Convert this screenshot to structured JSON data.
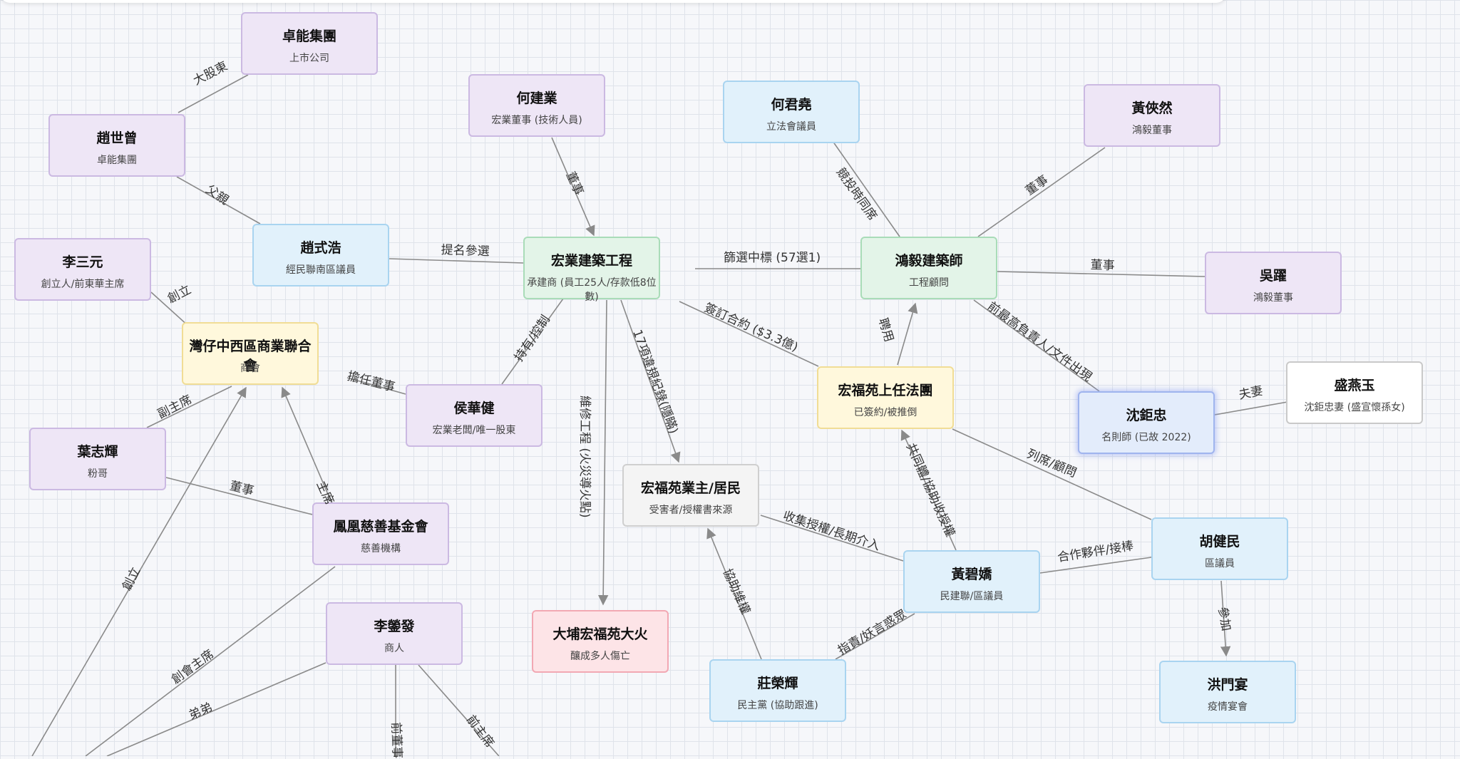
{
  "nodes": [
    {
      "id": "zhuoneng",
      "title": "卓能集團",
      "sub": "上市公司",
      "style": "purple"
    },
    {
      "id": "hejianye",
      "title": "何建業",
      "sub": "宏業董事 (技術人員)",
      "style": "purple"
    },
    {
      "id": "hejunyao",
      "title": "何君堯",
      "sub": "立法會議員",
      "style": "blue"
    },
    {
      "id": "huangxiaran",
      "title": "黃俠然",
      "sub": "鴻毅董事",
      "style": "purple"
    },
    {
      "id": "zhaoshizeng",
      "title": "趙世曾",
      "sub": "卓能集團",
      "style": "purple"
    },
    {
      "id": "lisanyuan",
      "title": "李三元",
      "sub": "創立人/前東華主席",
      "style": "purple"
    },
    {
      "id": "zhaoshihao",
      "title": "趙式浩",
      "sub": "經民聯南區議員",
      "style": "blue"
    },
    {
      "id": "hongye",
      "title": "宏業建築工程",
      "sub": "承建商 (員工25人/存款低8位數)",
      "style": "green"
    },
    {
      "id": "hongyi",
      "title": "鴻毅建築師",
      "sub": "工程顧問",
      "style": "green"
    },
    {
      "id": "wuyao",
      "title": "吳躍",
      "sub": "鴻毅董事",
      "style": "purple"
    },
    {
      "id": "wanchai",
      "title": "灣仔中西區商業聯合會",
      "sub": "商會",
      "style": "yellow"
    },
    {
      "id": "houhuajian",
      "title": "侯華健",
      "sub": "宏業老闆/唯一股東",
      "style": "purple"
    },
    {
      "id": "iocommittee",
      "title": "宏福苑上任法團",
      "sub": "已簽約/被推倒",
      "style": "yellow"
    },
    {
      "id": "shenjuzhong",
      "title": "沈鉅忠",
      "sub": "名則師 (已故 2022)",
      "style": "highlight"
    },
    {
      "id": "shengyanyu",
      "title": "盛燕玉",
      "sub": "沈鉅忠妻 (盛宣懷孫女)",
      "style": "white"
    },
    {
      "id": "yezhihui",
      "title": "葉志輝",
      "sub": "粉哥",
      "style": "purple"
    },
    {
      "id": "owners",
      "title": "宏福苑業主/居民",
      "sub": "受害者/授權書來源",
      "style": "gray"
    },
    {
      "id": "huangbiyan",
      "title": "黃碧嬌",
      "sub": "民建聯/區議員",
      "style": "blue"
    },
    {
      "id": "hujianmin",
      "title": "胡健民",
      "sub": "區議員",
      "style": "blue"
    },
    {
      "id": "phoenix",
      "title": "鳳凰慈善基金會",
      "sub": "慈善機構",
      "style": "purple"
    },
    {
      "id": "liyingfa",
      "title": "李鎣發",
      "sub": "商人",
      "style": "purple"
    },
    {
      "id": "fire",
      "title": "大埔宏福苑大火",
      "sub": "釀成多人傷亡",
      "style": "red"
    },
    {
      "id": "zhuangronghui",
      "title": "莊榮輝",
      "sub": "民主黨 (協助跟進)",
      "style": "blue"
    },
    {
      "id": "hongmenyan",
      "title": "洪門宴",
      "sub": "疫情宴會",
      "style": "blue"
    }
  ],
  "edges": [
    {
      "label": "大股東"
    },
    {
      "label": "父親"
    },
    {
      "label": "提名參選"
    },
    {
      "label": "董事"
    },
    {
      "label": "篩選中標 (57選1)"
    },
    {
      "label": "競投時同席"
    },
    {
      "label": "董事"
    },
    {
      "label": "董事"
    },
    {
      "label": "創立"
    },
    {
      "label": "擔任董事"
    },
    {
      "label": "持有/控制"
    },
    {
      "label": "17項違規紀錄(隱瞞)"
    },
    {
      "label": "簽訂合約 ($3.3億)"
    },
    {
      "label": "維修工程 (火災導火點)"
    },
    {
      "label": "聘用"
    },
    {
      "label": "前最高負責人/文件出現"
    },
    {
      "label": "夫妻"
    },
    {
      "label": "副主席"
    },
    {
      "label": "董事"
    },
    {
      "label": "主席"
    },
    {
      "label": "創立"
    },
    {
      "label": "收集授權/長期介入"
    },
    {
      "label": "共同體/協助收授權"
    },
    {
      "label": "列席/顧問"
    },
    {
      "label": "合作夥伴/接棒"
    },
    {
      "label": "參加"
    },
    {
      "label": "協助維權"
    },
    {
      "label": "指責/妖言惑眾"
    },
    {
      "label": "創會主席"
    },
    {
      "label": "弟弟"
    },
    {
      "label": "前董事"
    },
    {
      "label": "前主席"
    }
  ]
}
